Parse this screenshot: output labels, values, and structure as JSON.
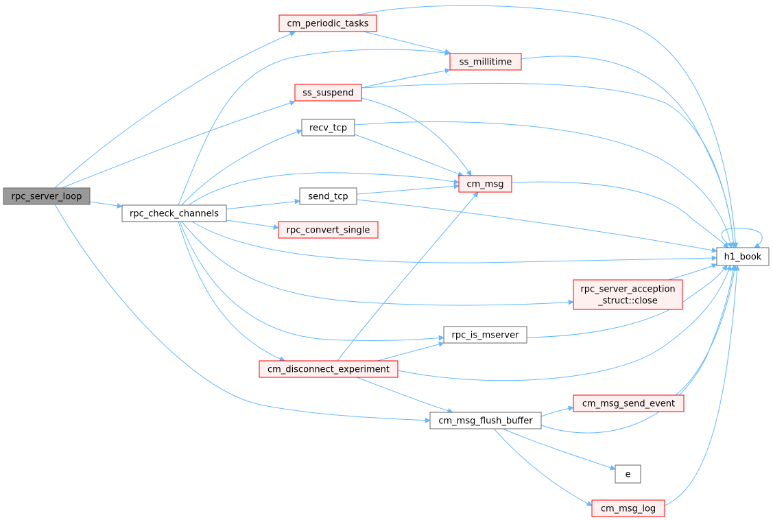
{
  "graph": {
    "nodes": [
      {
        "id": "rpc_server_loop",
        "lines": [
          "rpc_server_loop"
        ],
        "style": "root"
      },
      {
        "id": "rpc_check_channels",
        "lines": [
          "rpc_check_channels"
        ],
        "style": "plain"
      },
      {
        "id": "cm_periodic_tasks",
        "lines": [
          "cm_periodic_tasks"
        ],
        "style": "red"
      },
      {
        "id": "ss_millitime",
        "lines": [
          "ss_millitime"
        ],
        "style": "red"
      },
      {
        "id": "ss_suspend",
        "lines": [
          "ss_suspend"
        ],
        "style": "red"
      },
      {
        "id": "recv_tcp",
        "lines": [
          "recv_tcp"
        ],
        "style": "plain"
      },
      {
        "id": "cm_msg",
        "lines": [
          "cm_msg"
        ],
        "style": "red"
      },
      {
        "id": "send_tcp",
        "lines": [
          "send_tcp"
        ],
        "style": "plain"
      },
      {
        "id": "rpc_convert_single",
        "lines": [
          "rpc_convert_single"
        ],
        "style": "red"
      },
      {
        "id": "h1_book",
        "lines": [
          "h1_book"
        ],
        "style": "plain"
      },
      {
        "id": "rpc_server_acception_close",
        "lines": [
          "rpc_server_acception",
          "_struct::close"
        ],
        "style": "red"
      },
      {
        "id": "rpc_is_mserver",
        "lines": [
          "rpc_is_mserver"
        ],
        "style": "plain"
      },
      {
        "id": "cm_disconnect_experiment",
        "lines": [
          "cm_disconnect_experiment"
        ],
        "style": "red"
      },
      {
        "id": "cm_msg_flush_buffer",
        "lines": [
          "cm_msg_flush_buffer"
        ],
        "style": "plain"
      },
      {
        "id": "cm_msg_send_event",
        "lines": [
          "cm_msg_send_event"
        ],
        "style": "red"
      },
      {
        "id": "e",
        "lines": [
          "e"
        ],
        "style": "plain"
      },
      {
        "id": "cm_msg_log",
        "lines": [
          "cm_msg_log"
        ],
        "style": "red"
      }
    ],
    "edges": [
      {
        "from": "rpc_server_loop",
        "to": "cm_periodic_tasks"
      },
      {
        "from": "rpc_server_loop",
        "to": "ss_suspend"
      },
      {
        "from": "rpc_server_loop",
        "to": "rpc_check_channels"
      },
      {
        "from": "rpc_server_loop",
        "to": "cm_msg_flush_buffer"
      },
      {
        "from": "cm_periodic_tasks",
        "to": "ss_millitime"
      },
      {
        "from": "cm_periodic_tasks",
        "to": "h1_book"
      },
      {
        "from": "ss_millitime",
        "to": "h1_book"
      },
      {
        "from": "ss_suspend",
        "to": "ss_millitime"
      },
      {
        "from": "ss_suspend",
        "to": "cm_msg"
      },
      {
        "from": "ss_suspend",
        "to": "h1_book"
      },
      {
        "from": "rpc_check_channels",
        "to": "ss_millitime"
      },
      {
        "from": "rpc_check_channels",
        "to": "recv_tcp"
      },
      {
        "from": "rpc_check_channels",
        "to": "cm_msg"
      },
      {
        "from": "rpc_check_channels",
        "to": "send_tcp"
      },
      {
        "from": "rpc_check_channels",
        "to": "rpc_convert_single"
      },
      {
        "from": "rpc_check_channels",
        "to": "h1_book"
      },
      {
        "from": "rpc_check_channels",
        "to": "rpc_server_acception_close"
      },
      {
        "from": "rpc_check_channels",
        "to": "rpc_is_mserver"
      },
      {
        "from": "rpc_check_channels",
        "to": "cm_disconnect_experiment"
      },
      {
        "from": "recv_tcp",
        "to": "cm_msg"
      },
      {
        "from": "recv_tcp",
        "to": "h1_book"
      },
      {
        "from": "send_tcp",
        "to": "cm_msg"
      },
      {
        "from": "send_tcp",
        "to": "h1_book"
      },
      {
        "from": "cm_msg",
        "to": "h1_book"
      },
      {
        "from": "h1_book",
        "to": "h1_book"
      },
      {
        "from": "rpc_server_acception_close",
        "to": "h1_book"
      },
      {
        "from": "rpc_is_mserver",
        "to": "h1_book"
      },
      {
        "from": "cm_disconnect_experiment",
        "to": "cm_msg"
      },
      {
        "from": "cm_disconnect_experiment",
        "to": "rpc_is_mserver"
      },
      {
        "from": "cm_disconnect_experiment",
        "to": "h1_book"
      },
      {
        "from": "cm_disconnect_experiment",
        "to": "cm_msg_flush_buffer"
      },
      {
        "from": "cm_msg_flush_buffer",
        "to": "cm_msg_send_event"
      },
      {
        "from": "cm_msg_flush_buffer",
        "to": "h1_book"
      },
      {
        "from": "cm_msg_flush_buffer",
        "to": "e"
      },
      {
        "from": "cm_msg_flush_buffer",
        "to": "cm_msg_log"
      },
      {
        "from": "cm_msg_send_event",
        "to": "h1_book"
      },
      {
        "from": "cm_msg_log",
        "to": "h1_book"
      }
    ]
  },
  "colors": {
    "edge": "#63b8ff",
    "root_fill": "#999999",
    "root_stroke": "#666666",
    "plain_fill": "#ffffff",
    "plain_stroke": "#666666",
    "red_fill": "#fff0f0",
    "red_stroke": "#ff0000",
    "text": "#000000"
  }
}
